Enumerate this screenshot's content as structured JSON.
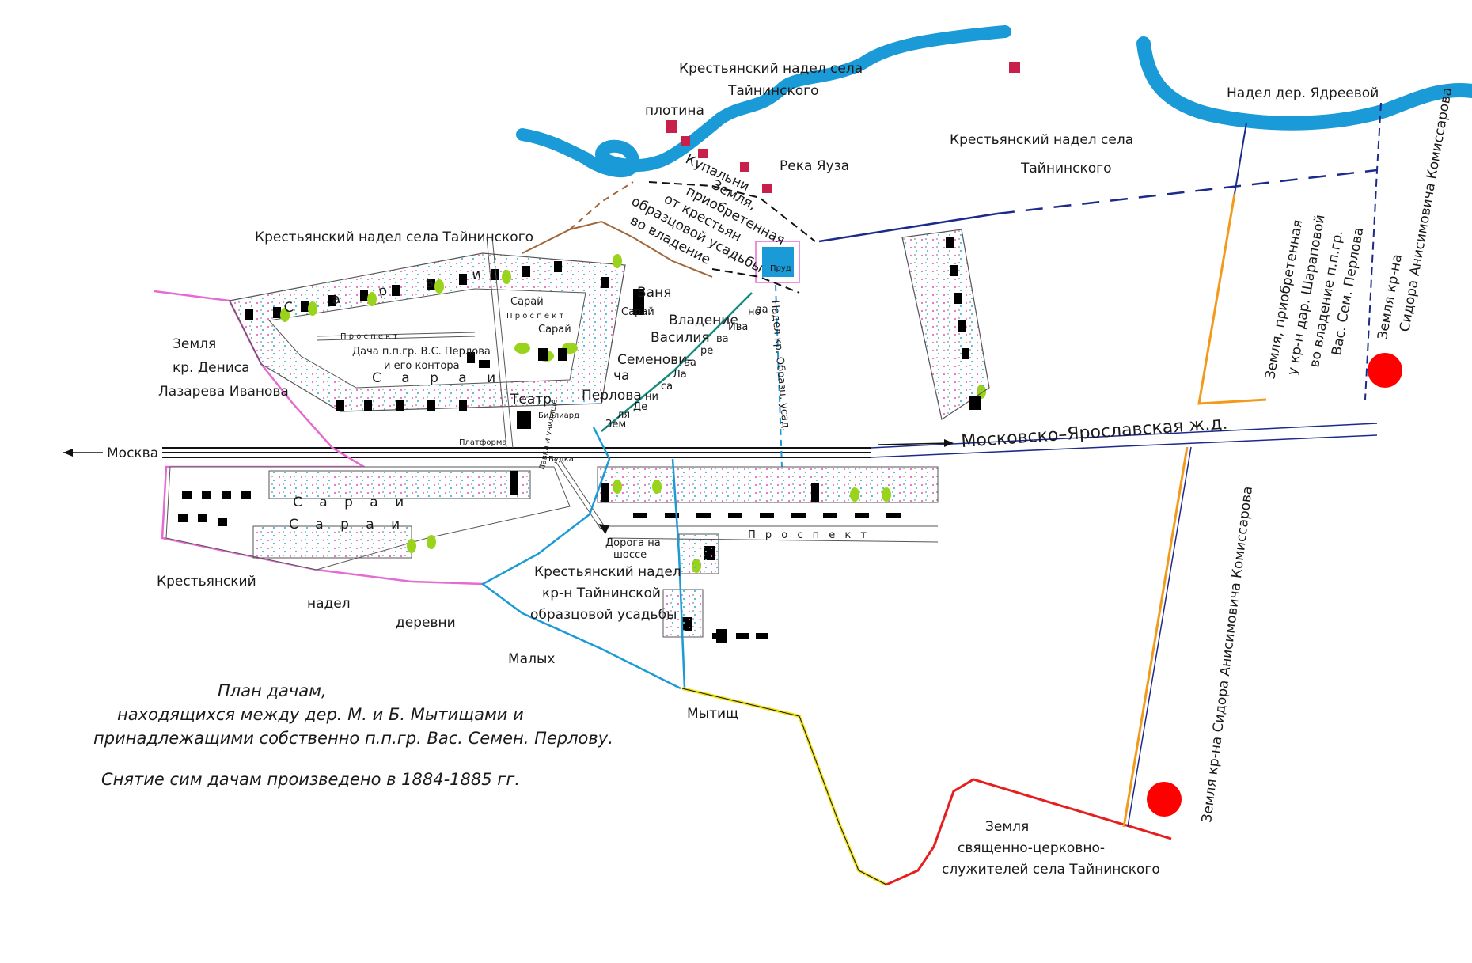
{
  "colors": {
    "river": "#1a9ad6",
    "rail": "#111111",
    "boundary_pink": "#e56ad1",
    "boundary_blue": "#1c9ad6",
    "boundary_navy": "#1c2a8c",
    "boundary_brown": "#a0663a",
    "boundary_teal": "#138a7a",
    "boundary_red": "#e61e1e",
    "boundary_yellow": "#f2e21c",
    "boundary_orange": "#f29a1c",
    "marker_red": "#ff0000",
    "bush_green": "#9ad31c",
    "house": "#000000",
    "pond": "#1a9ad6"
  },
  "labels": {
    "top_village_1": "Крестьянский надел села",
    "top_village_2": "Тайнинского",
    "dam": "плотина",
    "baths": "Купальни",
    "river": "Река Яуза",
    "right_village_1": "Крестьянский надел села",
    "right_village_2": "Тайнинского",
    "yadreeva": "Надел дер. Ядреевой",
    "acquired_1": "Земля,",
    "acquired_2": "приобретенная",
    "acquired_3": "от крестьян",
    "acquired_4": "образцовой усадьбы",
    "acquired_5": "во владение",
    "left_village": "Крестьянский надел села Тайнинского",
    "pond": "Пруд",
    "vanya": "Ваня",
    "saray": "Сарай",
    "sarai_spaced": "С а р а и",
    "sarai_small": "С а р а и",
    "prospect_small": "П р о с п е к т",
    "dacha_1": "Дача п.п.гр. В.С. Перлова",
    "dacha_2": "и его контора",
    "owner_1": "Владение",
    "owner_2": "Василия",
    "owner_3": "Семенови-",
    "owner_4": "ча",
    "owner_5": "Перлова",
    "owner_right_1": "ва",
    "owner_right_2": "но",
    "owner_right_3": "Ива",
    "owner_right_4": "ва",
    "owner_right_5": "ре",
    "owner_right_6": "за",
    "owner_right_7": "Ла",
    "owner_right_8": "са",
    "owner_right_9": "ни",
    "owner_right_10": "Де",
    "owner_right_11": "ля",
    "owner_right_12": "Зем",
    "obraz_vertical": "Надел кр. Образц. усад.",
    "theater": "Театр",
    "billiard": "Биллиард",
    "platform": "Платформа",
    "budka": "Будка",
    "lavka": "Лавка и училище",
    "left_land_1": "Земля",
    "left_land_2": "кр. Дениса",
    "left_land_3": "Лазарева Иванова",
    "moscow": "Москва",
    "railway": "Московско–Ярославская ж.д.",
    "road_to_highway_1": "Дорога на",
    "road_to_highway_2": "шоссе",
    "prospect": "П р о с п е к т",
    "south_village_1": "Крестьянский",
    "south_village_2": "надел",
    "south_village_3": "деревни",
    "south_village_4": "Малых",
    "south_village_5": "Мытищ",
    "obraz_nadel_1": "Крестьянский надел",
    "obraz_nadel_2": "кр-н Тайнинской",
    "obraz_nadel_3": "образцовой усадьбы",
    "title_1": "План дачам,",
    "title_2": "находящихся между дер. М. и Б. Мытищами и",
    "title_3": "принадлежащими собственно п.п.гр. Вас. Семен. Перлову.",
    "title_4": "Снятие сим дачам   произведено в 1884-1885 гг.",
    "church_1": "Земля",
    "church_2": "священно-церковно-",
    "church_3": "служителей села Тайнинского",
    "sharapova_1": "Земля, приобретенная",
    "sharapova_2": "у кр-н дар. Шарaповой",
    "sharapova_3": "во владение п.п.гр.",
    "sharapova_4": "Вас. Сем. Перлова",
    "komissarov_top_1": "Земля кр-на",
    "komissarov_top_2": "Сидора Анисимовича Комиссарова",
    "komissarov_bottom": "Земля кр-на Сидора Анисимовича Комиссарова"
  }
}
